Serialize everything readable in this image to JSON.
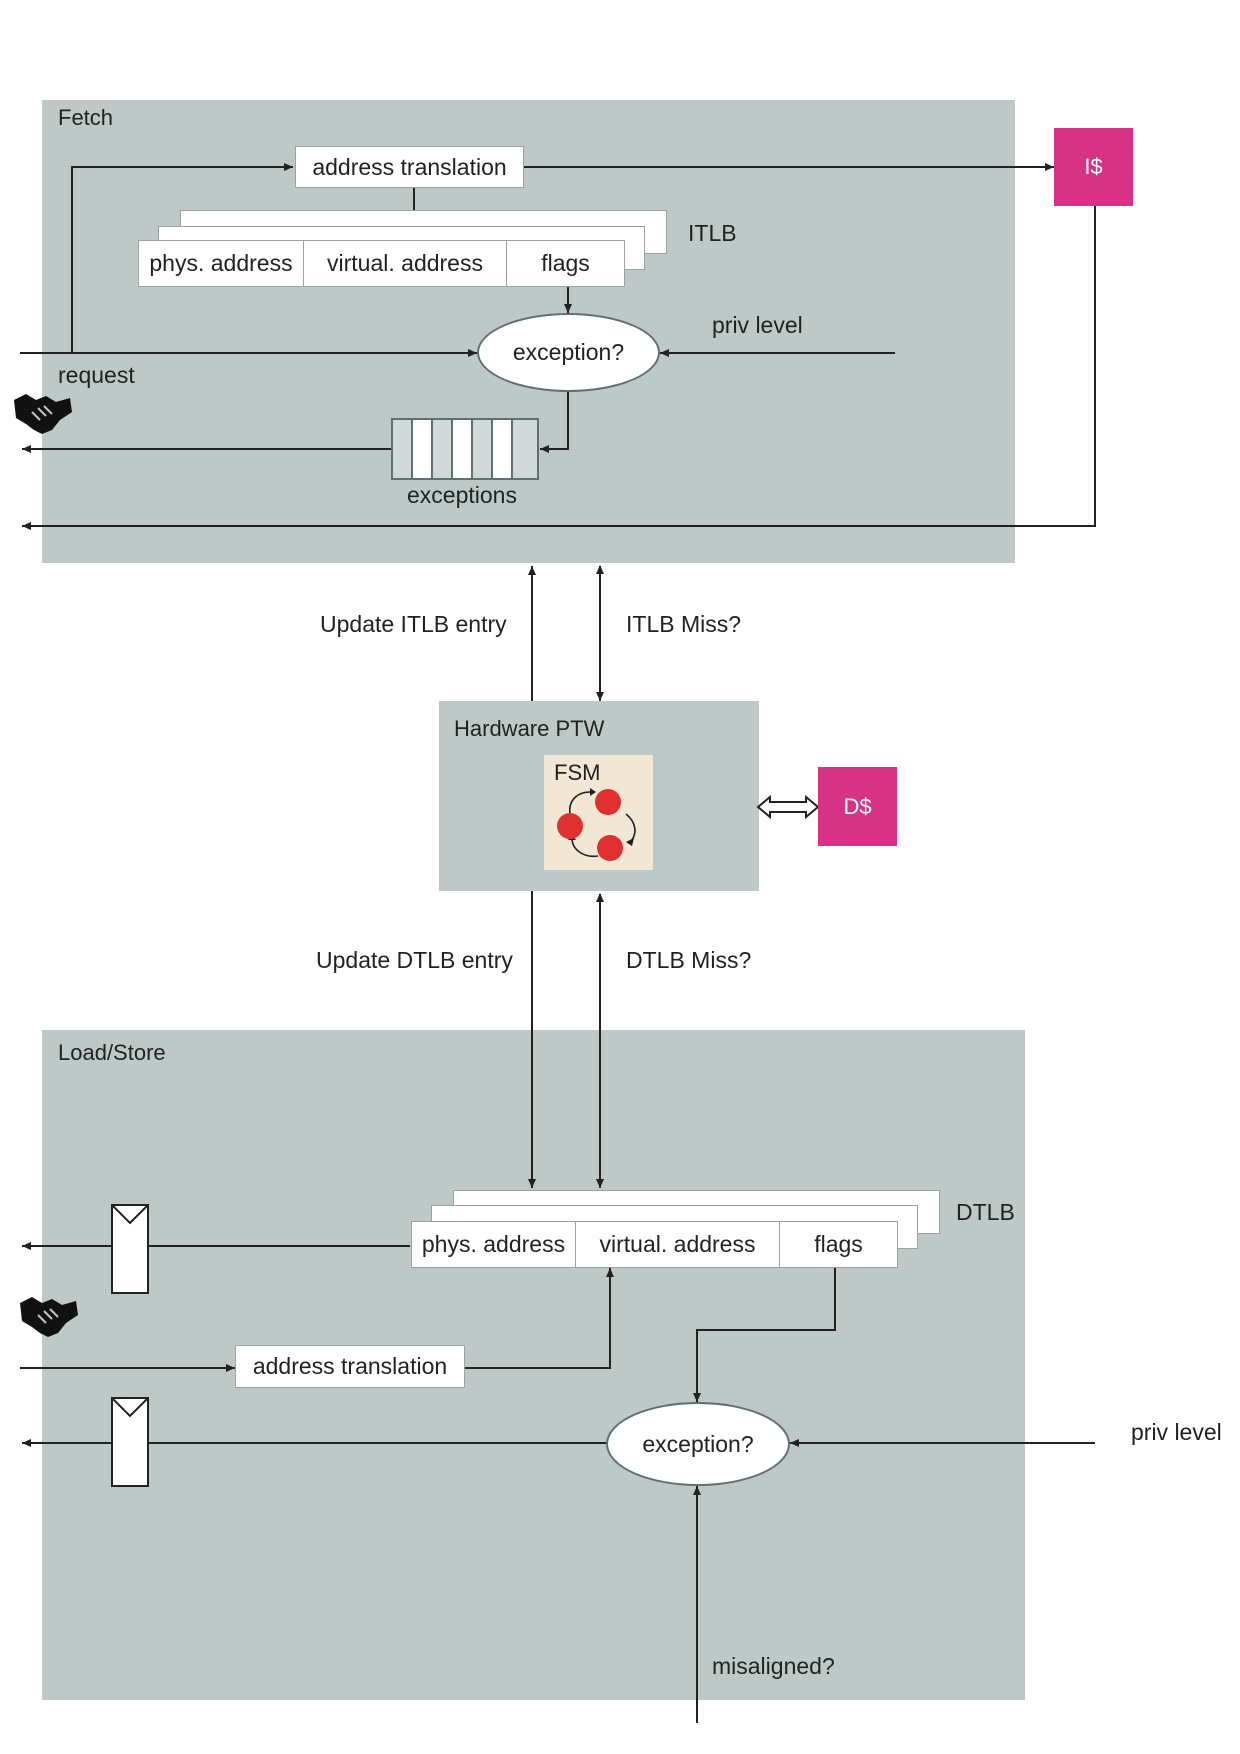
{
  "fetch": {
    "title": "Fetch",
    "address_translation": "address translation",
    "tlb_label": "ITLB",
    "tlb_fields": [
      "phys. address",
      "virtual. address",
      "flags"
    ],
    "exception": "exception?",
    "priv_level": "priv level",
    "request": "request",
    "exceptions": "exceptions"
  },
  "icache": "I$",
  "ptw": {
    "update_itlb": "Update ITLB entry",
    "itlb_miss": "ITLB Miss?",
    "title": "Hardware PTW",
    "fsm": "FSM",
    "dcache": "D$",
    "update_dtlb": "Update DTLB entry",
    "dtlb_miss": "DTLB Miss?"
  },
  "loadstore": {
    "title": "Load/Store",
    "tlb_label": "DTLB",
    "tlb_fields": [
      "phys. address",
      "virtual. address",
      "flags"
    ],
    "address_translation": "address translation",
    "exception": "exception?",
    "priv_level": "priv level",
    "misaligned": "misaligned?"
  },
  "colors": {
    "panel": "#bec8c6",
    "cache": "#d63384",
    "fsm_bg": "#f2e6d4",
    "fsm_state": "#e03030"
  },
  "icons": [
    "handshake-icon",
    "handshake-icon",
    "fifo-queue-icon",
    "register-icon",
    "register-icon",
    "bidirectional-arrow-icon"
  ]
}
